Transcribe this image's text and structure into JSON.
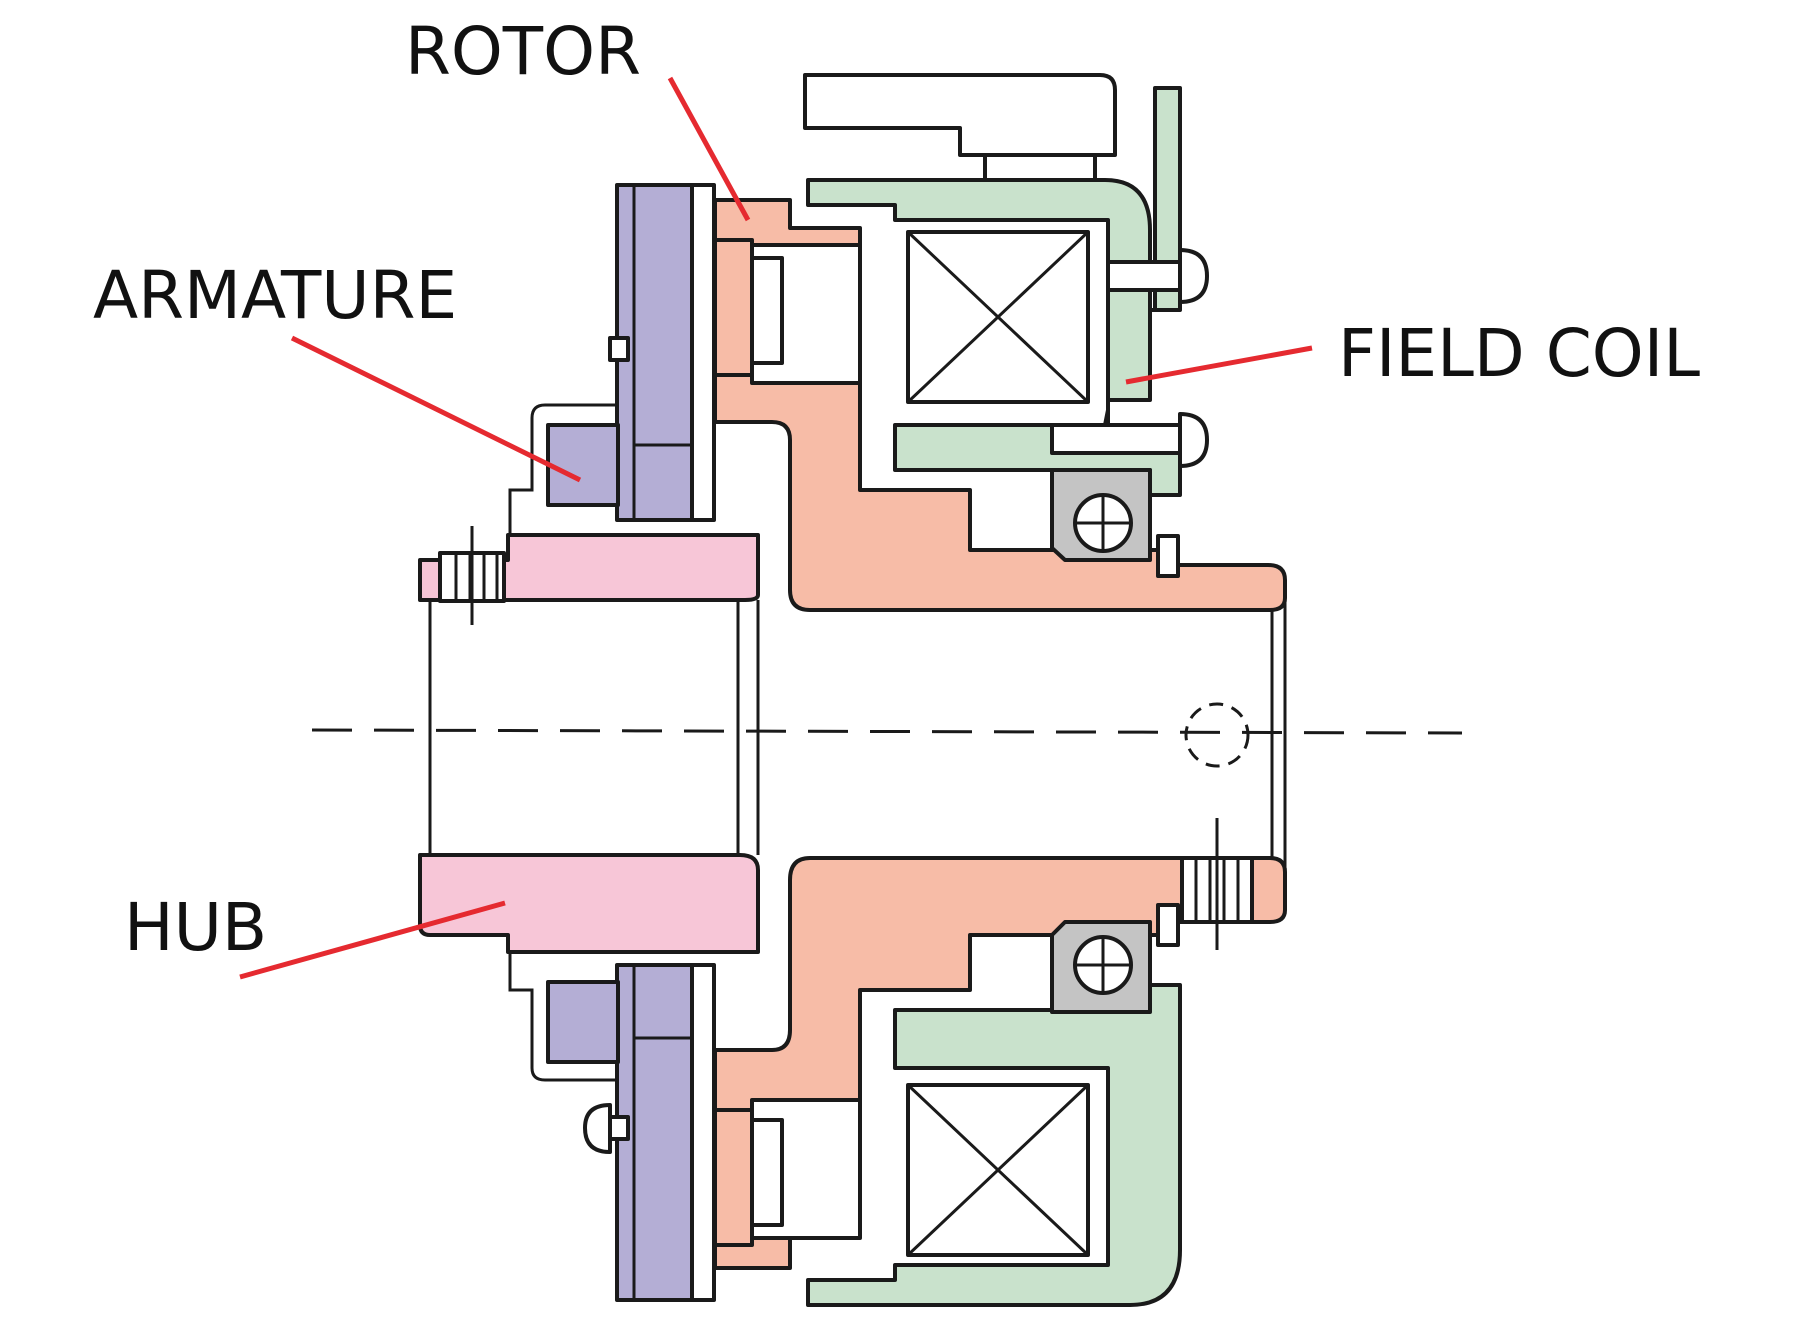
{
  "labels": {
    "rotor": "ROTOR",
    "armature": "ARMATURE",
    "field_coil": "FIELD COIL",
    "hub": "HUB"
  },
  "colors": {
    "rotor": "#f7bca7",
    "armature": "#b4aed5",
    "field_coil": "#c9e2cc",
    "hub": "#f7c6d7",
    "bearing": "#c4c4c4",
    "leader_line": "#e52a30",
    "outline": "#1a1a1a"
  }
}
